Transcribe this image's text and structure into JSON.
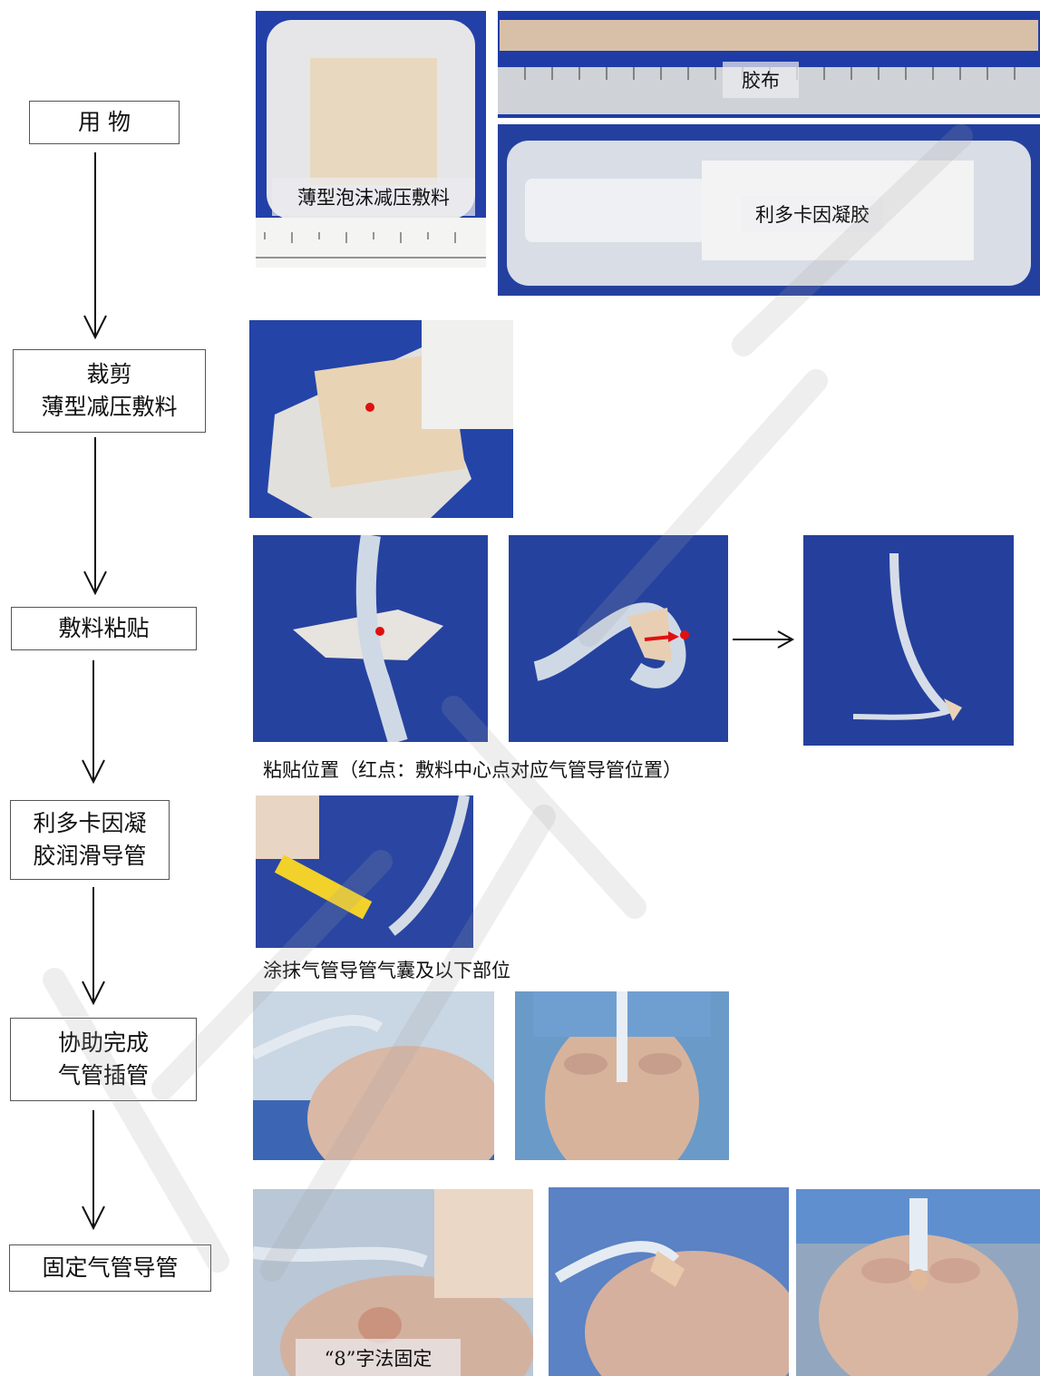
{
  "steps": [
    {
      "line1": "用  物",
      "line2": ""
    },
    {
      "line1": "裁剪",
      "line2": "薄型减压敷料"
    },
    {
      "line1": "敷料粘贴",
      "line2": ""
    },
    {
      "line1": "利多卡因凝",
      "line2": "胶润滑导管"
    },
    {
      "line1": "协助完成",
      "line2": "气管插管"
    },
    {
      "line1": "固定气管导管",
      "line2": ""
    }
  ],
  "labels": {
    "dressing": "薄型泡沫减压敷料",
    "tape": "胶布",
    "gel": "利多卡因凝胶",
    "caption_position": "粘贴位置（红点：敷料中心点对应气管导管位置）",
    "caption_apply": "涂抹气管导管气囊及以下部位",
    "figure8": "“8”字法固定"
  },
  "colors": {
    "marker": "#e01010",
    "drape": "#1d3fa6",
    "skin": "#e9d2bf"
  }
}
